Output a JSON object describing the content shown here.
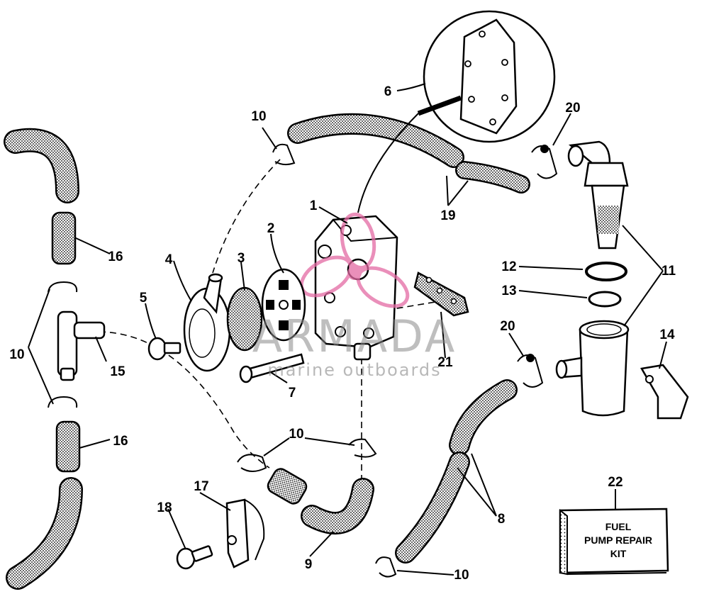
{
  "watermark": {
    "brand": "ARMADA",
    "tagline": "marine outboards"
  },
  "kit_box": {
    "line1": "FUEL",
    "line2": "PUMP REPAIR",
    "line3": "KIT"
  },
  "callouts": {
    "c1": "1",
    "c2": "2",
    "c3": "3",
    "c4": "4",
    "c5": "5",
    "c6": "6",
    "c7": "7",
    "c8": "8",
    "c9": "9",
    "c10a": "10",
    "c10b": "10",
    "c10c": "10",
    "c10d": "10",
    "c11": "11",
    "c12": "12",
    "c13": "13",
    "c14": "14",
    "c15": "15",
    "c16a": "16",
    "c16b": "16",
    "c17": "17",
    "c18": "18",
    "c19": "19",
    "c20a": "20",
    "c20b": "20",
    "c21": "21",
    "c22": "22"
  }
}
